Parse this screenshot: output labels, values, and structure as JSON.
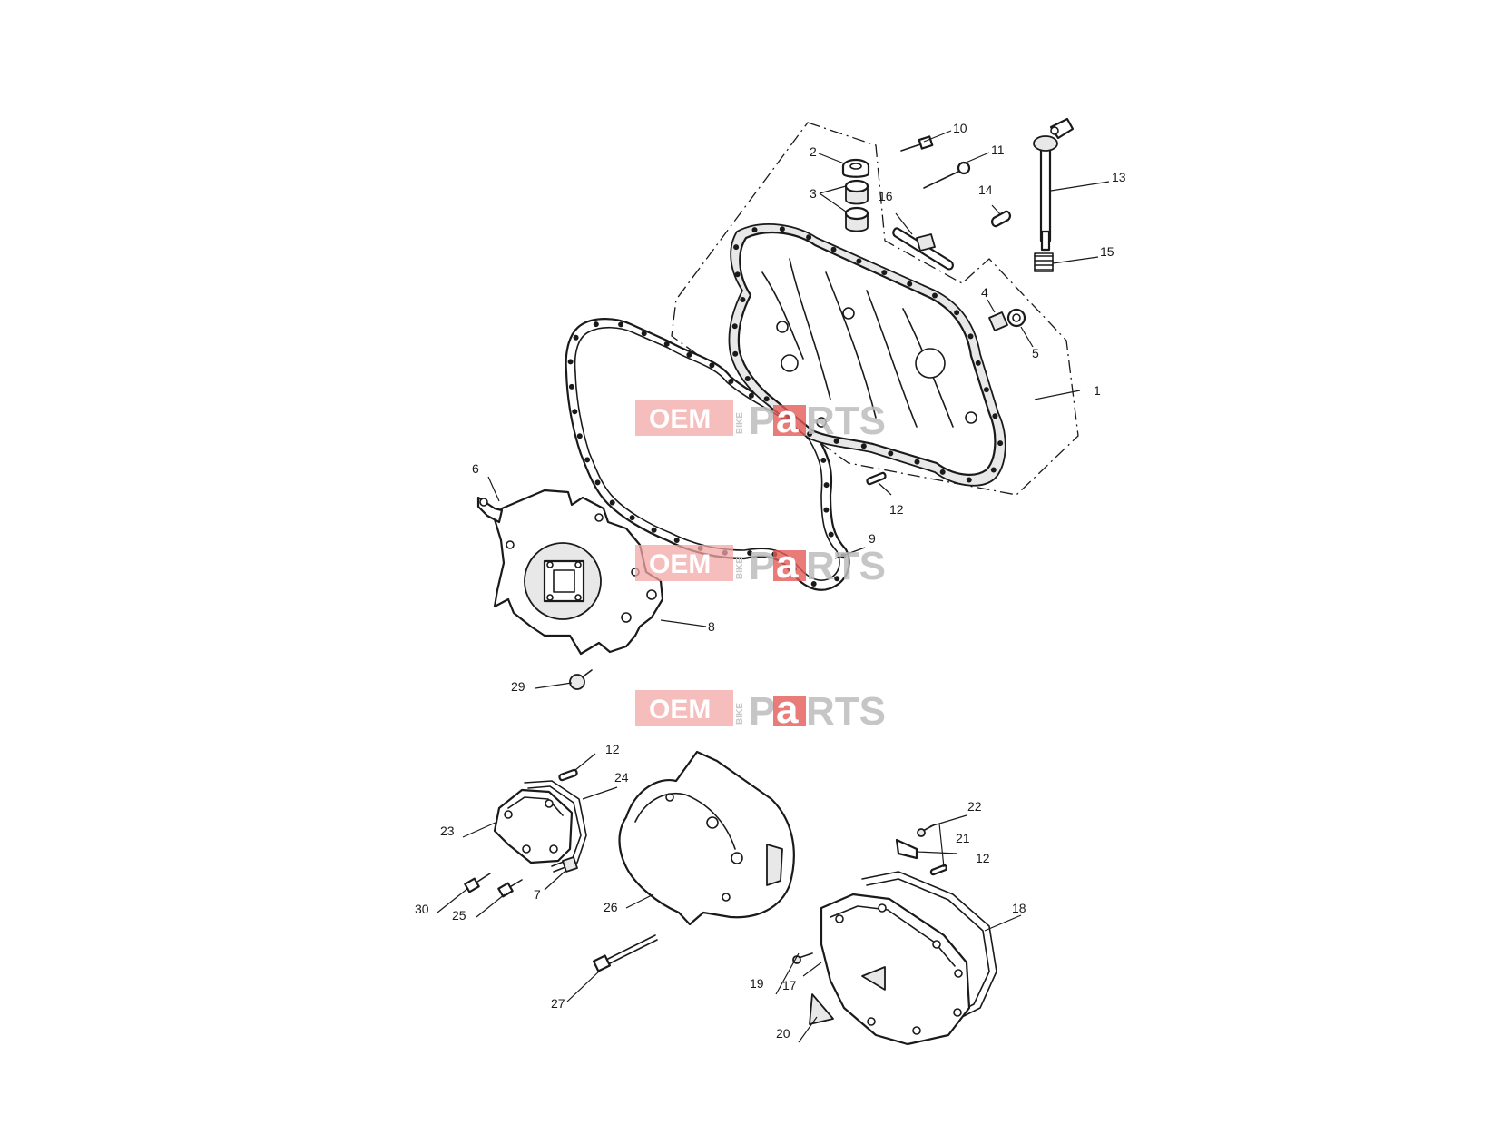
{
  "callouts": [
    {
      "id": "c1",
      "label": "1"
    },
    {
      "id": "c2",
      "label": "2"
    },
    {
      "id": "c3",
      "label": "3"
    },
    {
      "id": "c4",
      "label": "4"
    },
    {
      "id": "c5",
      "label": "5"
    },
    {
      "id": "c6",
      "label": "6"
    },
    {
      "id": "c7",
      "label": "7"
    },
    {
      "id": "c8",
      "label": "8"
    },
    {
      "id": "c9",
      "label": "9"
    },
    {
      "id": "c10",
      "label": "10"
    },
    {
      "id": "c11",
      "label": "11"
    },
    {
      "id": "c12a",
      "label": "12"
    },
    {
      "id": "c12b",
      "label": "12"
    },
    {
      "id": "c12c",
      "label": "12"
    },
    {
      "id": "c13",
      "label": "13"
    },
    {
      "id": "c14",
      "label": "14"
    },
    {
      "id": "c15",
      "label": "15"
    },
    {
      "id": "c16",
      "label": "16"
    },
    {
      "id": "c17",
      "label": "17"
    },
    {
      "id": "c18",
      "label": "18"
    },
    {
      "id": "c19",
      "label": "19"
    },
    {
      "id": "c20",
      "label": "20"
    },
    {
      "id": "c21",
      "label": "21"
    },
    {
      "id": "c22",
      "label": "22"
    },
    {
      "id": "c23",
      "label": "23"
    },
    {
      "id": "c24",
      "label": "24"
    },
    {
      "id": "c25",
      "label": "25"
    },
    {
      "id": "c26",
      "label": "26"
    },
    {
      "id": "c27",
      "label": "27"
    },
    {
      "id": "c29",
      "label": "29"
    },
    {
      "id": "c30",
      "label": "30"
    }
  ],
  "watermark": {
    "oem": "OEM",
    "bike": "BIKE",
    "p": "P",
    "a": "a",
    "rts": "RTS",
    "colors": {
      "red": "#e45a56",
      "pink": "#f1a7a4",
      "gray": "#bdbdbd"
    }
  }
}
